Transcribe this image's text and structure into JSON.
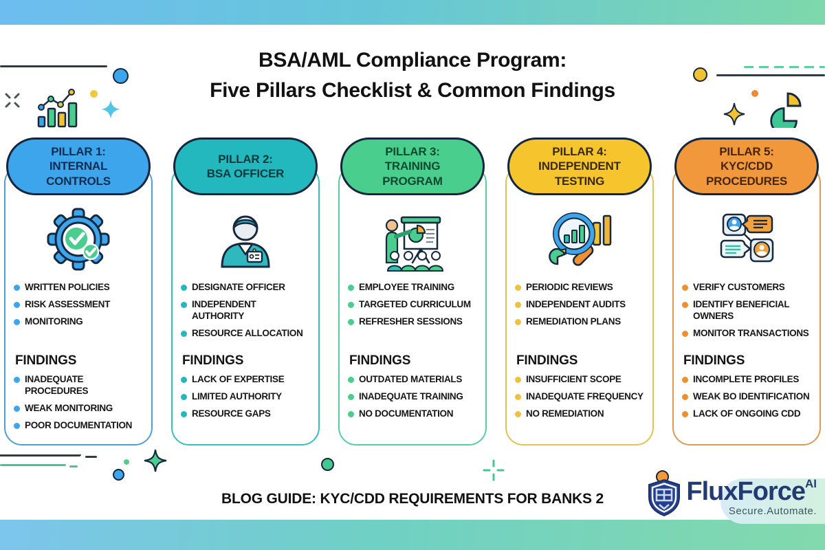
{
  "title": "BSA/AML Compliance Program:\nFive Pillars Checklist & Common Findings",
  "pillars": [
    {
      "header": "PILLAR 1:\nINTERNAL\nCONTROLS",
      "icon": "gear-check-icon",
      "color": "#3da5ec",
      "items": [
        "WRITTEN POLICIES",
        "RISK ASSESSMENT",
        "MONITORING"
      ],
      "findings_label": "FINDINGS",
      "findings": [
        "INADEQUATE PROCEDURES",
        "WEAK MONITORING",
        "POOR DOCUMENTATION"
      ]
    },
    {
      "header": "PILLAR 2:\nBSA OFFICER",
      "icon": "officer-person-icon",
      "color": "#23b7be",
      "items": [
        "DESIGNATE OFFICER",
        "INDEPENDENT AUTHORITY",
        "RESOURCE ALLOCATION"
      ],
      "findings_label": "FINDINGS",
      "findings": [
        "LACK OF EXPERTISE",
        "LIMITED AUTHORITY",
        "RESOURCE GAPS"
      ]
    },
    {
      "header": "PILLAR 3:\nTRAINING\nPROGRAM",
      "icon": "training-presentation-icon",
      "color": "#49ce8e",
      "items": [
        "EMPLOYEE TRAINING",
        "TARGETED CURRICULUM",
        "REFRESHER SESSIONS"
      ],
      "findings_label": "FINDINGS",
      "findings": [
        "OUTDATED MATERIALS",
        "INADEQUATE TRAINING",
        "NO DOCUMENTATION"
      ]
    },
    {
      "header": "PILLAR 4:\nINDEPENDENT\nTESTING",
      "icon": "magnifier-chart-icon",
      "color": "#f6c52e",
      "items": [
        "PERIODIC REVIEWS",
        "INDEPENDENT AUDITS",
        "REMEDIATION PLANS"
      ],
      "findings_label": "FINDINGS",
      "findings": [
        "INSUFFICIENT SCOPE",
        "INADEQUATE FREQUENCY",
        "NO REMEDIATION"
      ]
    },
    {
      "header": "PILLAR 5:\nKYC/CDD\nPROCEDURES",
      "icon": "kyc-id-cards-icon",
      "color": "#f1983c",
      "items": [
        "VERIFY CUSTOMERS",
        "IDENTIFY BENEFICIAL OWNERS",
        "MONITOR TRANSACTIONS"
      ],
      "findings_label": "FINDINGS",
      "findings": [
        "INCOMPLETE PROFILES",
        "WEAK BO IDENTIFICATION",
        "LACK OF ONGOING CDD"
      ]
    }
  ],
  "footer": {
    "text": "BLOG GUIDE: KYC/CDD REQUIREMENTS FOR BANKS 2"
  },
  "logo": {
    "name": "FluxForce",
    "superscript": "AI",
    "tagline": "Secure.Automate.",
    "shield_color": "#24418f",
    "wordmark_color": "#243a75"
  }
}
